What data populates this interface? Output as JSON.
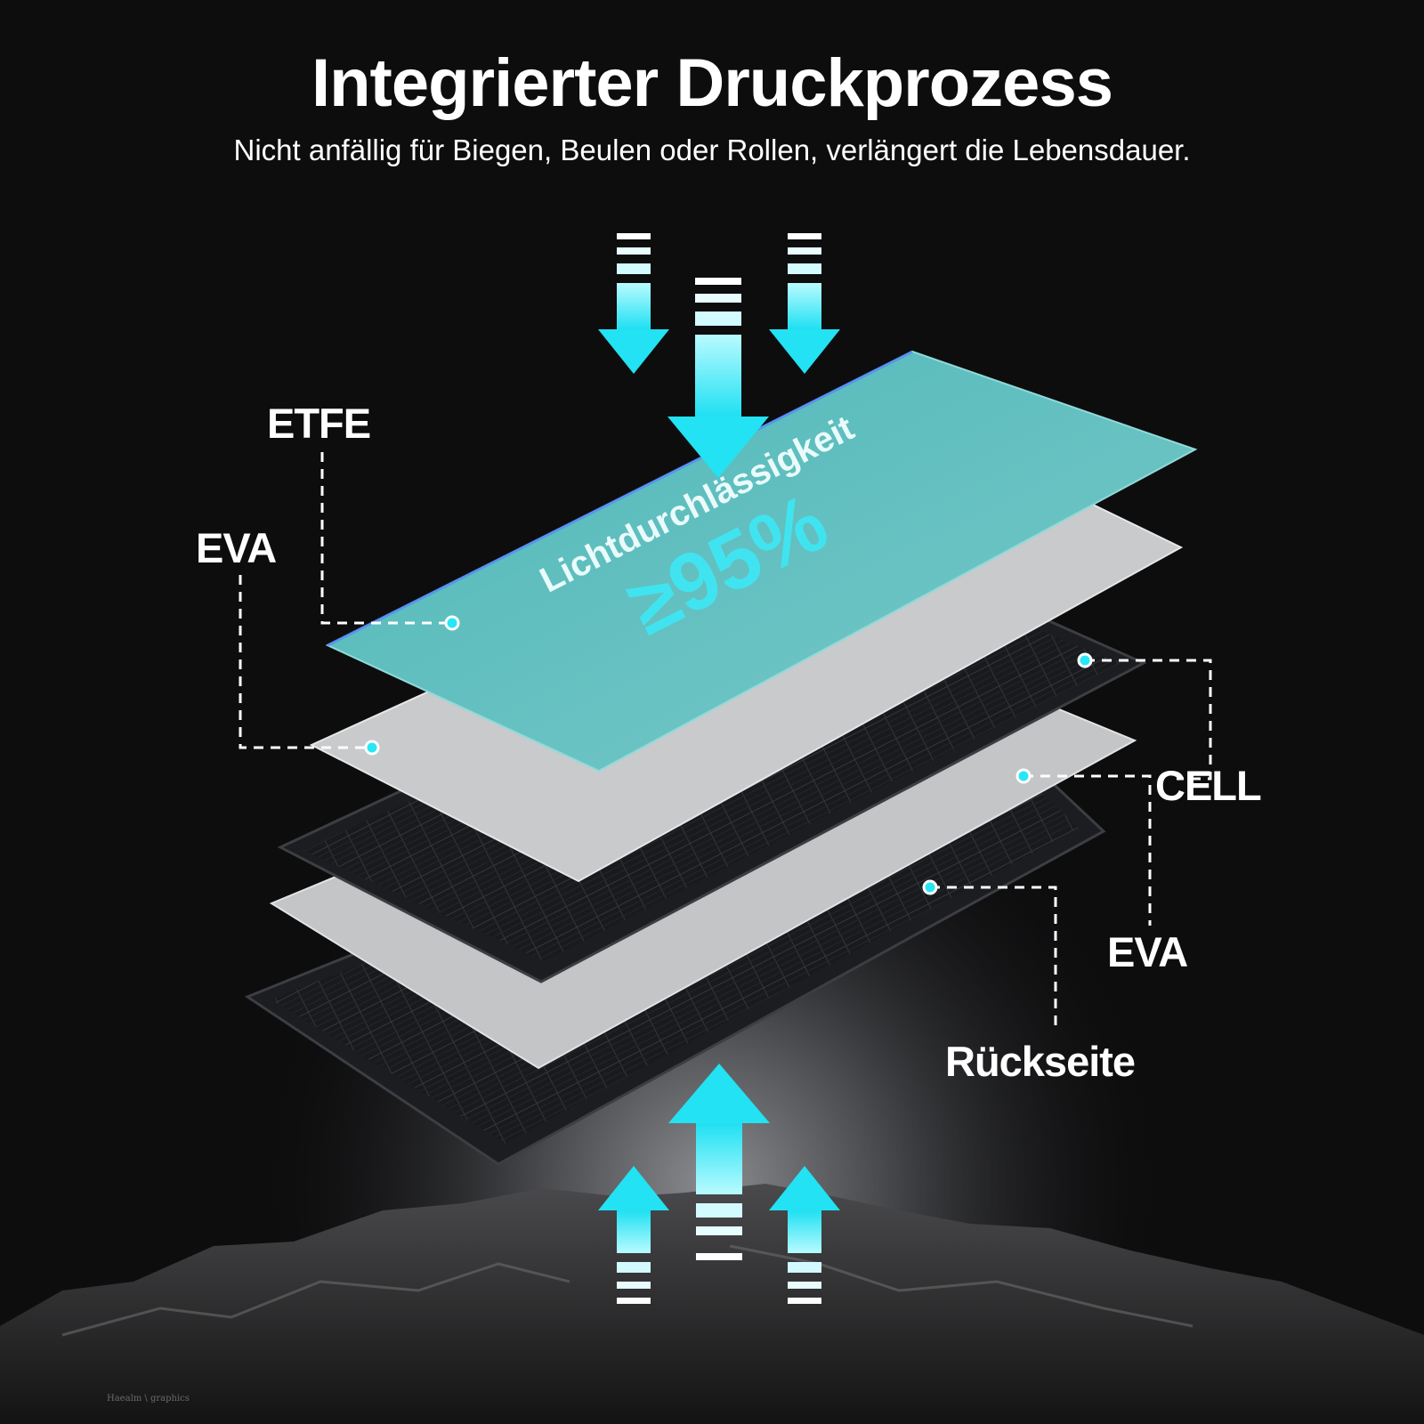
{
  "header": {
    "title": "Integrierter Druckprozess",
    "subtitle": "Nicht anfällig für Biegen, Beulen oder Rollen, verlängert die Lebensdauer."
  },
  "layers": {
    "etfe": "ETFE",
    "eva_top": "EVA",
    "cell": "CELL",
    "eva_bottom": "EVA",
    "backside": "Rückseite"
  },
  "panel": {
    "caption": "Lichtdurchlässigkeit",
    "value": "≥95%"
  },
  "colors": {
    "accent": "#28e6f5",
    "etfe_layer": "#5fbfc0",
    "eva_layer": "#c8cacc",
    "cell_layer": "#1c1d20",
    "background": "#0d0d0e"
  },
  "icons": [
    "pressure-arrow-down-icon",
    "pressure-arrow-up-icon",
    "connector-dot-icon"
  ],
  "watermark": "Haealm \\ graphics"
}
